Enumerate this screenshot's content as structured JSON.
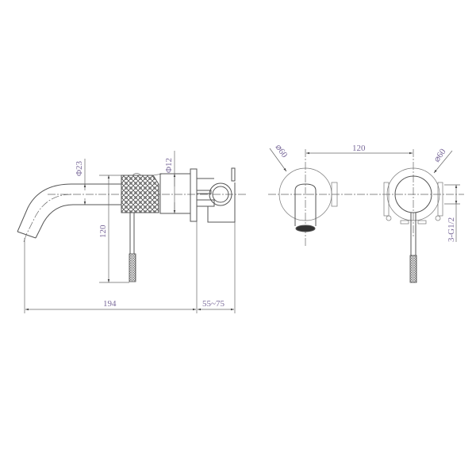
{
  "drawing": {
    "title": "Wall-mounted basin mixer technical drawing",
    "colors": {
      "line": "#555555",
      "dimension_text": "#7a6a9a",
      "background": "#ffffff"
    },
    "side_view": {
      "dim_spout_diameter": "Φ23",
      "dim_body_diameter": "Φ12",
      "dim_handle_height": "120",
      "dim_total_length": "194",
      "dim_wall_depth": "55~75"
    },
    "front_view": {
      "dim_center_distance": "120",
      "dim_spout_plate_diameter": "⌀60",
      "dim_mixer_plate_diameter": "⌀60",
      "dim_thread": "3-G1/2"
    }
  }
}
